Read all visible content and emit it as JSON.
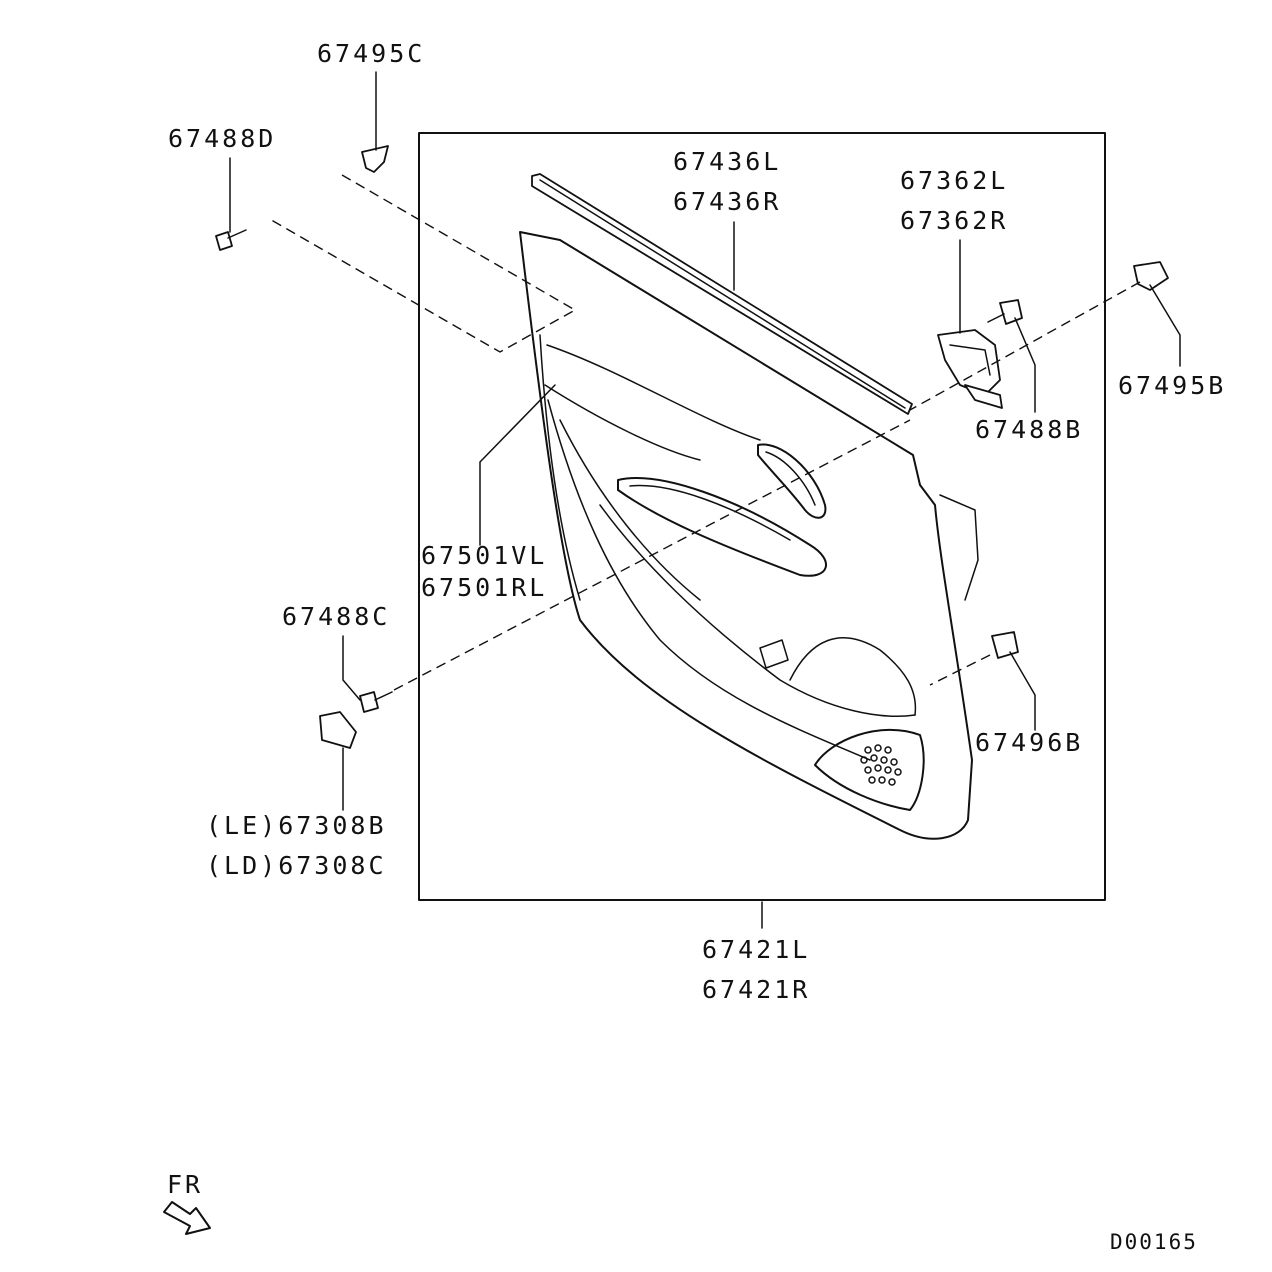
{
  "labels": {
    "clip_top": "67495C",
    "screw_top_left": "67488D",
    "weatherstrip_l": "67436L",
    "weatherstrip_r": "67436R",
    "handle_l": "67362L",
    "handle_r": "67362R",
    "clip_right": "67495B",
    "screw_right": "67488B",
    "trim_l": "67501VL",
    "trim_r": "67501RL",
    "screw_left": "67488C",
    "clip_lower_right": "67496B",
    "cover_le": "(LE)67308B",
    "cover_ld": "(LD)67308C",
    "panel_l": "67421L",
    "panel_r": "67421R",
    "direction": "FR",
    "diagram_code": "D00165"
  }
}
